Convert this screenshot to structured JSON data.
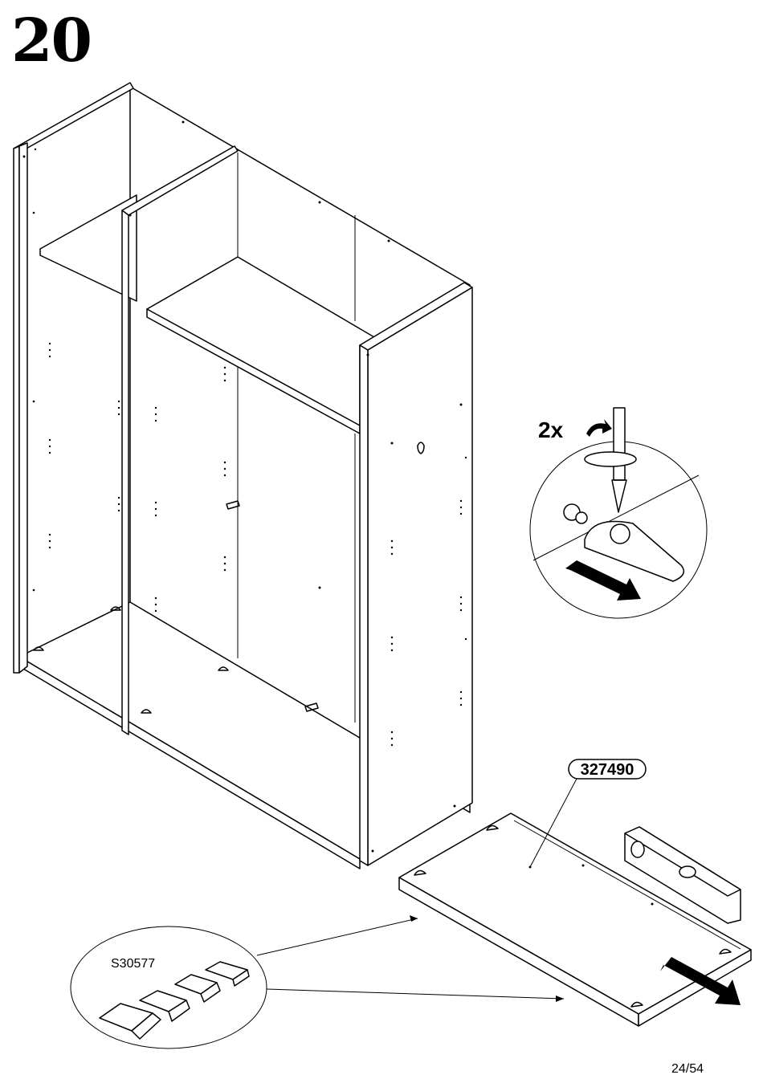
{
  "step": {
    "number": "20"
  },
  "detail": {
    "quantity": "2x"
  },
  "parts": {
    "bottom_panel_code": "327490",
    "glides_code": "S30577"
  },
  "footer": {
    "page": "24/54"
  }
}
